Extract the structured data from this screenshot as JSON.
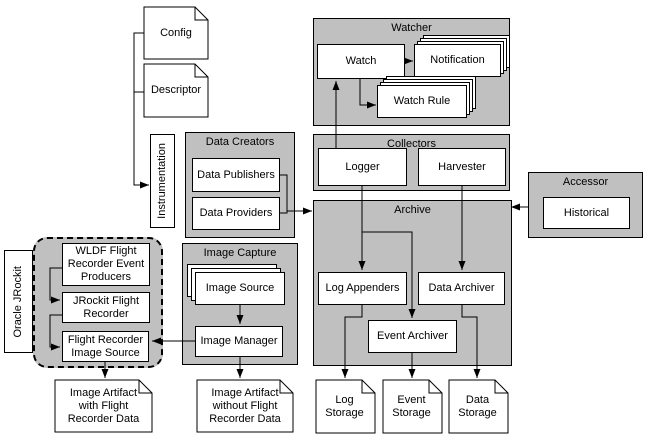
{
  "colors": {
    "container_fill": "#c0c0c0",
    "node_fill": "#ffffff",
    "line": "#000000",
    "background": "#ffffff"
  },
  "nodes": {
    "config": "Config",
    "descriptor": "Descriptor",
    "instrumentation": "Instrumentation",
    "data_creators": "Data Creators",
    "data_publishers": "Data Publishers",
    "data_providers": "Data Providers",
    "watcher": "Watcher",
    "watch": "Watch",
    "notification": "Notification",
    "watch_rule": "Watch Rule",
    "collectors": "Collectors",
    "logger": "Logger",
    "harvester": "Harvester",
    "archive": "Archive",
    "log_appenders": "Log Appenders",
    "data_archiver": "Data Archiver",
    "event_archiver": "Event Archiver",
    "accessor": "Accessor",
    "historical": "Historical",
    "image_capture": "Image Capture",
    "image_source": "Image Source",
    "image_manager": "Image Manager",
    "oracle_jrockit": "Oracle JRockit",
    "wldf_flight_recorder_event_producers": "WLDF Flight Recorder Event Producers",
    "jrockit_flight_recorder": "JRockit Flight Recorder",
    "flight_recorder_image_source": "Flight Recorder Image Source",
    "image_artifact_with": "Image Artifact with Flight Recorder Data",
    "image_artifact_without": "Image Artifact without Flight Recorder Data",
    "log_storage": "Log Storage",
    "event_storage": "Event Storage",
    "data_storage": "Data Storage"
  }
}
